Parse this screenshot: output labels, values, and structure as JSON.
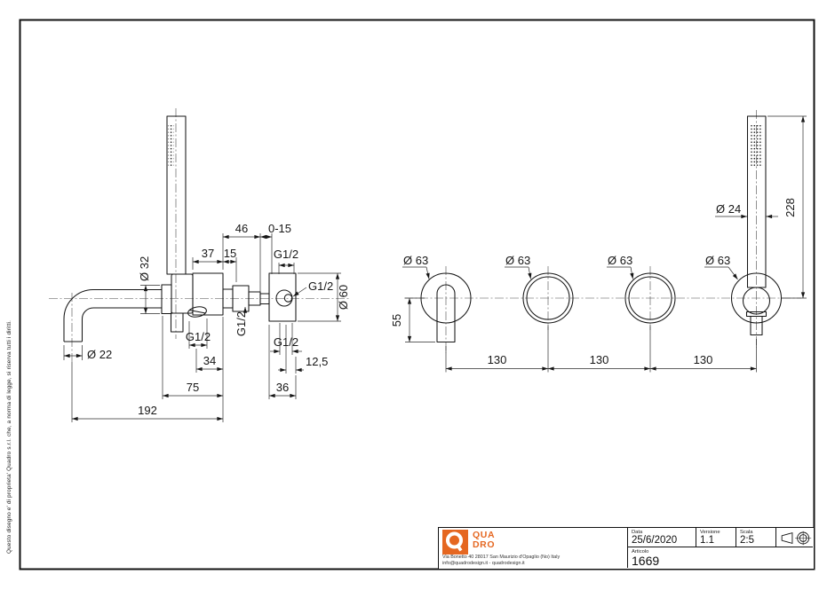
{
  "side_note": "Questo disegno e' di proprieta' Quadro s.r.l. che, a norma di legge, si riserva tutti i diritti.",
  "labels": {
    "d46": "46",
    "d0_15": "0-15",
    "d37": "37",
    "d15": "15",
    "g12": "G1/2",
    "d32": "Ø 32",
    "d22": "Ø 22",
    "d60": "Ø 60",
    "d34": "34",
    "d75": "75",
    "d192": "192",
    "d36": "36",
    "d12_5": "12,5",
    "d55": "55",
    "d63": "Ø 63",
    "d130": "130",
    "d24": "Ø 24",
    "d228": "228"
  },
  "title_block": {
    "brand_top": "QUA",
    "brand_bottom": "DRO",
    "brand_color": "#e56721",
    "address": "Via Bonetto 40  28017 San Maurizio d'Opaglio (No) Italy",
    "contacts": "info@quadrodesign.it  -  quadrodesign.it",
    "data_label": "Data",
    "data_value": "25/6/2020",
    "versione_label": "Versione",
    "versione_value": "1.1",
    "scala_label": "Scala",
    "scala_value": "2:5",
    "articolo_label": "Articolo",
    "articolo_value": "1669",
    "projection_icon": "first-angle-projection-icon"
  }
}
